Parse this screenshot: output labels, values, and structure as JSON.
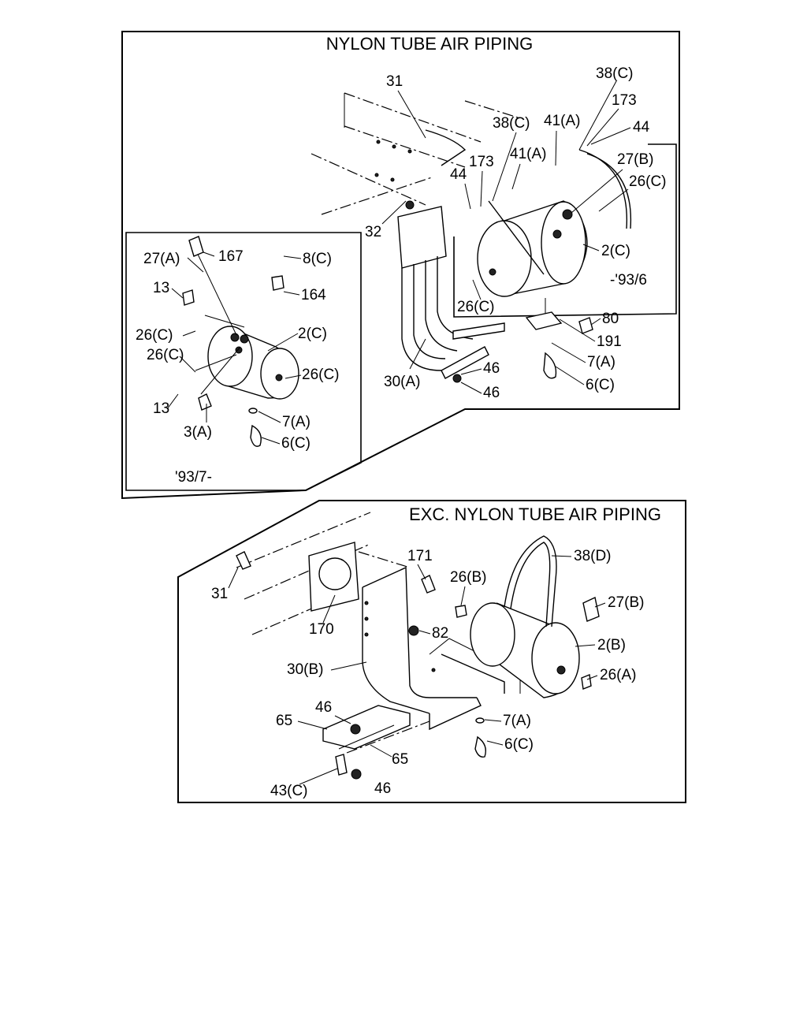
{
  "diagram": {
    "top_panel": {
      "title": "NYLON TUBE AIR PIPING",
      "inset_right_label": "-'93/6",
      "inset_left_label": "'93/7-",
      "callouts": [
        "31",
        "38(C)",
        "173",
        "38(C)",
        "41(A)",
        "44",
        "41(A)",
        "27(B)",
        "44",
        "173",
        "26(C)",
        "32",
        "2(C)",
        "27(A)",
        "167",
        "8(C)",
        "13",
        "164",
        "26(C)",
        "80",
        "2(C)",
        "26(C)",
        "191",
        "26(C)",
        "26(C)",
        "46",
        "7(A)",
        "13",
        "30(A)",
        "6(C)",
        "46",
        "3(A)",
        "7(A)",
        "6(C)"
      ]
    },
    "bottom_panel": {
      "title": "EXC. NYLON TUBE AIR PIPING",
      "callouts": [
        "171",
        "38(D)",
        "31",
        "26(B)",
        "27(B)",
        "170",
        "82",
        "2(B)",
        "30(B)",
        "26(A)",
        "46",
        "65",
        "7(A)",
        "6(C)",
        "65",
        "43(C)",
        "46"
      ]
    }
  }
}
